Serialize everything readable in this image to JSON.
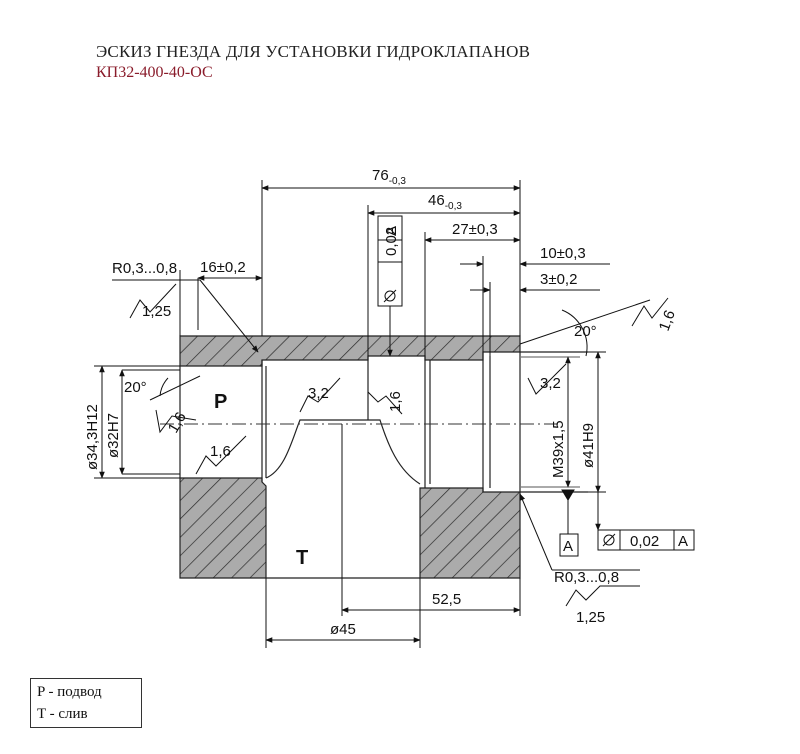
{
  "title": "ЭСКИЗ ГНЕЗДА ДЛЯ УСТАНОВКИ ГИДРОКЛАПАНОВ",
  "subtitle": "КП32-400-40-ОС",
  "ports": {
    "p": "P",
    "t": "T"
  },
  "dims": {
    "d76": "76",
    "d76_tol": "-0,3",
    "d46": "46",
    "d46_tol": "-0,3",
    "d27": "27±0,3",
    "d10": "10±0,3",
    "d3": "3±0,2",
    "d16": "16±0,2",
    "r_top": "R0,3...0,8",
    "r_bottom": "R0,3...0,8",
    "rough_125_top": "1,25",
    "rough_125_bottom": "1,25",
    "rough_16_left": "1,6",
    "rough_16_mid": "1,6",
    "rough_16_low": "1,6",
    "rough_16_right": "1,6",
    "rough_32_left": "3,2",
    "rough_32_right": "3,2",
    "angle_left": "20°",
    "angle_right": "20°",
    "dia_343": "ø34,3H12",
    "dia_32": "ø32H7",
    "thread": "M39x1,5",
    "dia_41": "ø41H9",
    "d525": "52,5",
    "d45": "ø45",
    "tol_val_top": "0,02",
    "tol_val_bottom": "0,02",
    "datum_ref_top": "A",
    "datum_ref_bottom": "A",
    "datum_box": "A"
  },
  "legend": {
    "p": "P - подвод",
    "t": "T - слив"
  }
}
